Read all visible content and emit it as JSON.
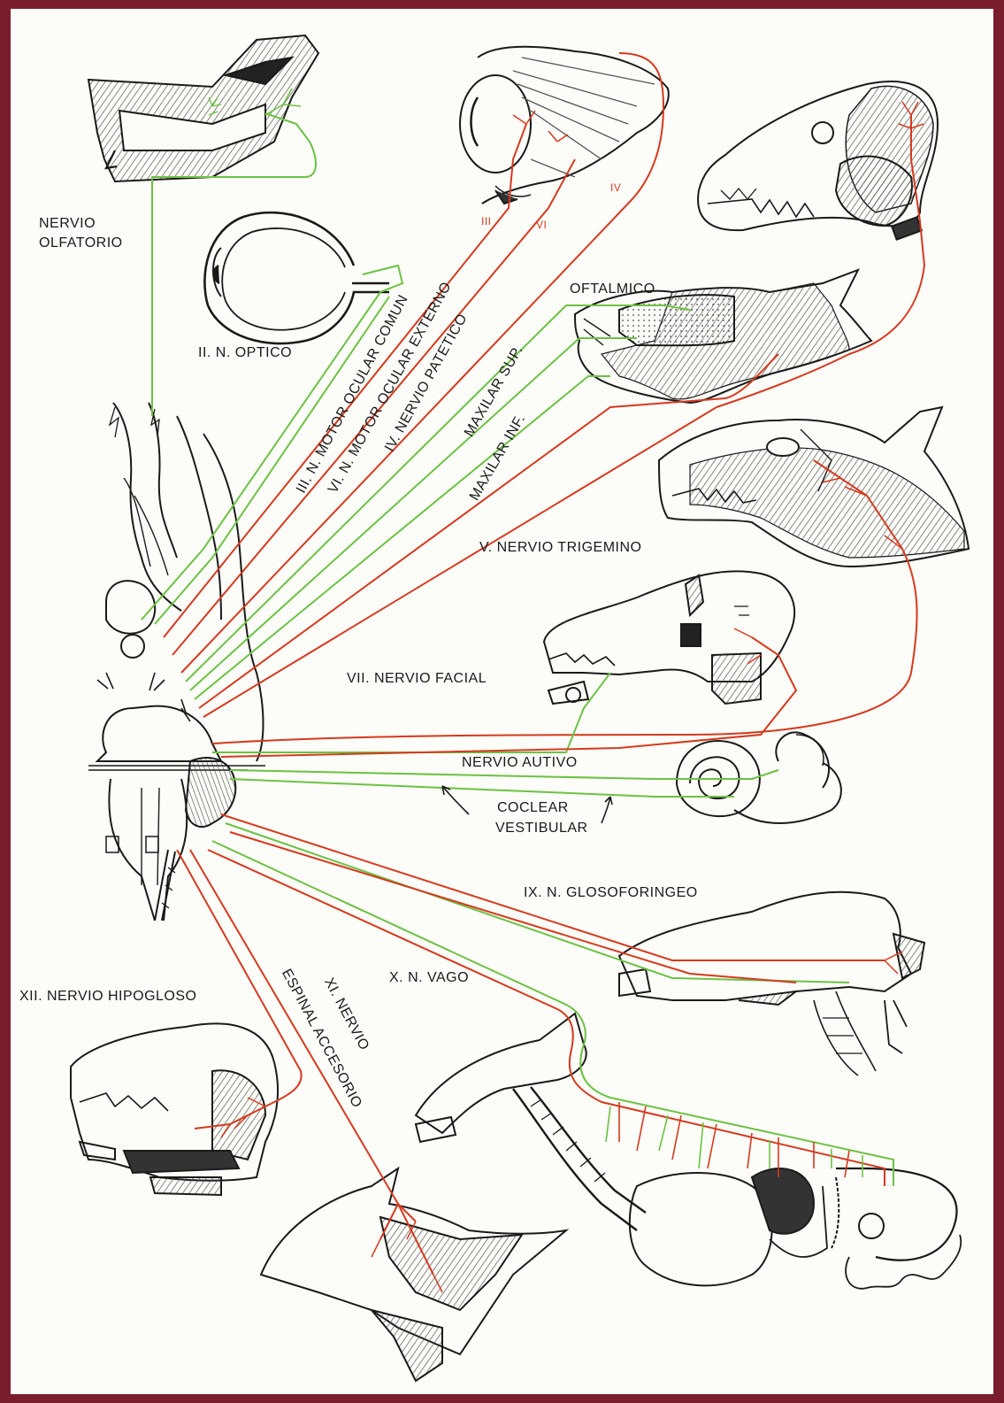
{
  "colors": {
    "frame": "#7a1d2c",
    "background": "#fcfcf8",
    "sensory_nerve": "#6cc243",
    "motor_nerve": "#d53a1e",
    "outline": "#1a1a1a",
    "shade": "#6d6d60"
  },
  "labels": {
    "olfactory_line1": "NERVIO",
    "olfactory_line2": "OLFATORIO",
    "optic": "II. N. OPTICO",
    "oculomotor": "III. N. MOTOR OCULAR COMUN",
    "abducens": "VI. N. MOTOR OCULAR EXTERNO",
    "trochlear": "IV. NERVIO PATETICO",
    "roman_iii": "III",
    "roman_vi": "VI",
    "roman_iv": "IV",
    "ophthalmic": "OFTALMICO",
    "maxillary_sup": "MAXILAR SUP.",
    "maxillary_inf": "MAXILAR INF.",
    "trigeminal": "V. NERVIO TRIGEMINO",
    "facial": "VII. NERVIO FACIAL",
    "auditory": "NERVIO AUTIVO",
    "cochlear": "COCLEAR",
    "vestibular": "VESTIBULAR",
    "glossopharyngeal": "IX. N. GLOSOFORINGEO",
    "vagus": "X. N. VAGO",
    "hypoglossal": "XII. NERVIO HIPOGLOSO",
    "accessory_line1": "XI. NERVIO",
    "accessory_line2": "ESPINAL ACCESORIO"
  }
}
